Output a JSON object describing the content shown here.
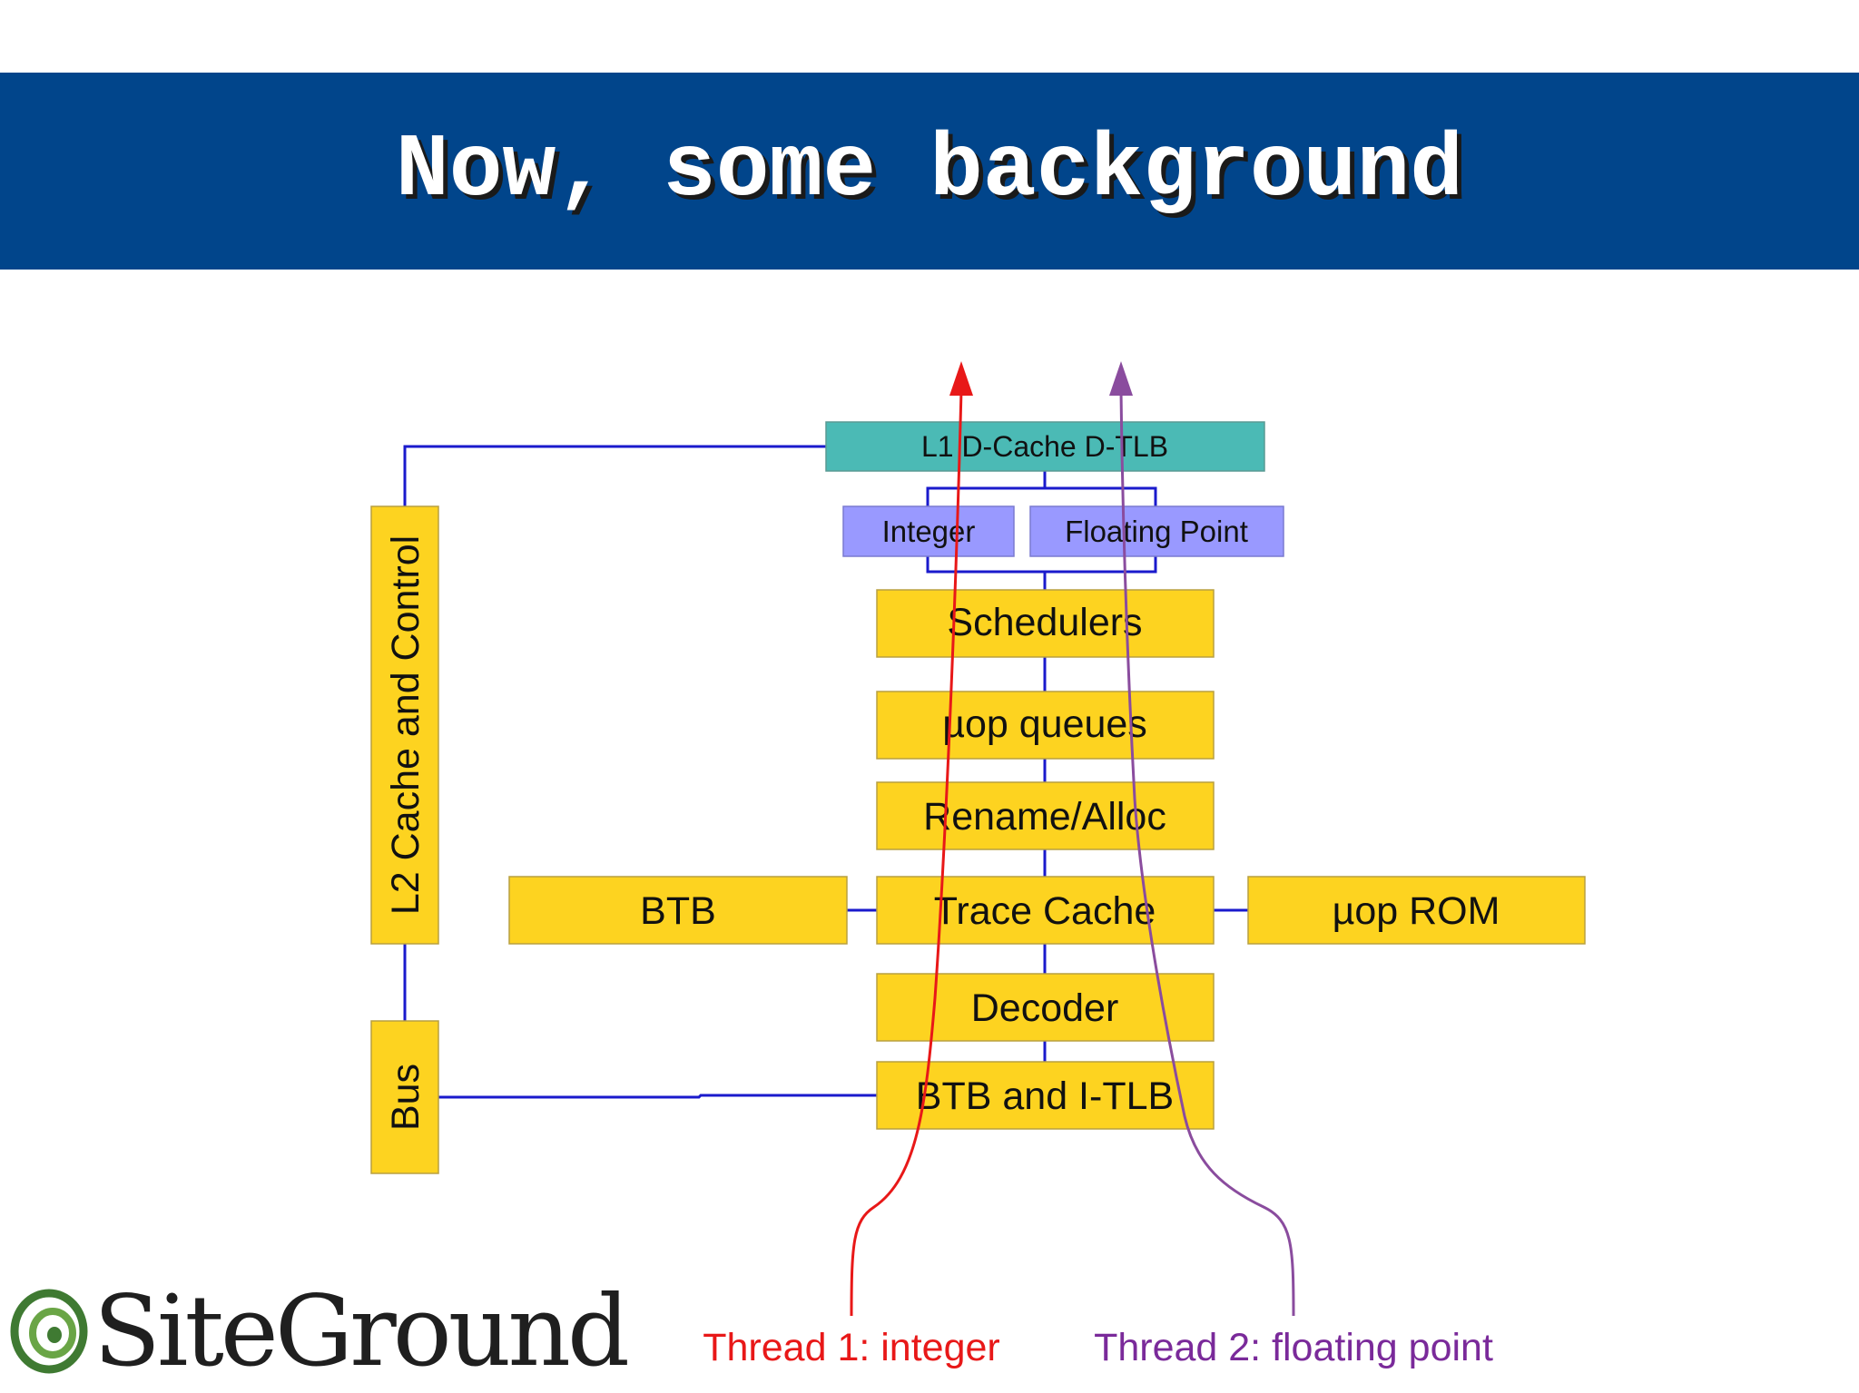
{
  "slide": {
    "title": "Now, some background"
  },
  "diagram": {
    "boxes": {
      "l1_dcache": "L1 D-Cache D-TLB",
      "integer": "Integer",
      "floating_point": "Floating Point",
      "schedulers": "Schedulers",
      "uop_queues": "µop queues",
      "rename_alloc": "Rename/Alloc",
      "btb": "BTB",
      "trace_cache": "Trace Cache",
      "uop_rom": "µop ROM",
      "decoder": "Decoder",
      "btb_itlb": "BTB and I-TLB",
      "l2_cache": "L2 Cache and Control",
      "bus": "Bus"
    },
    "threads": {
      "thread1": "Thread 1: integer",
      "thread2": "Thread 2: floating point"
    },
    "colors": {
      "banner": "#01458b",
      "unit_fill": "#fdd320",
      "cache_fill": "#4bbab5",
      "exec_fill": "#9999ff",
      "connector": "#1a1acc",
      "thread1": "#e81818",
      "thread2": "#8a4c9e"
    }
  },
  "logo": {
    "text": "SiteGround"
  }
}
